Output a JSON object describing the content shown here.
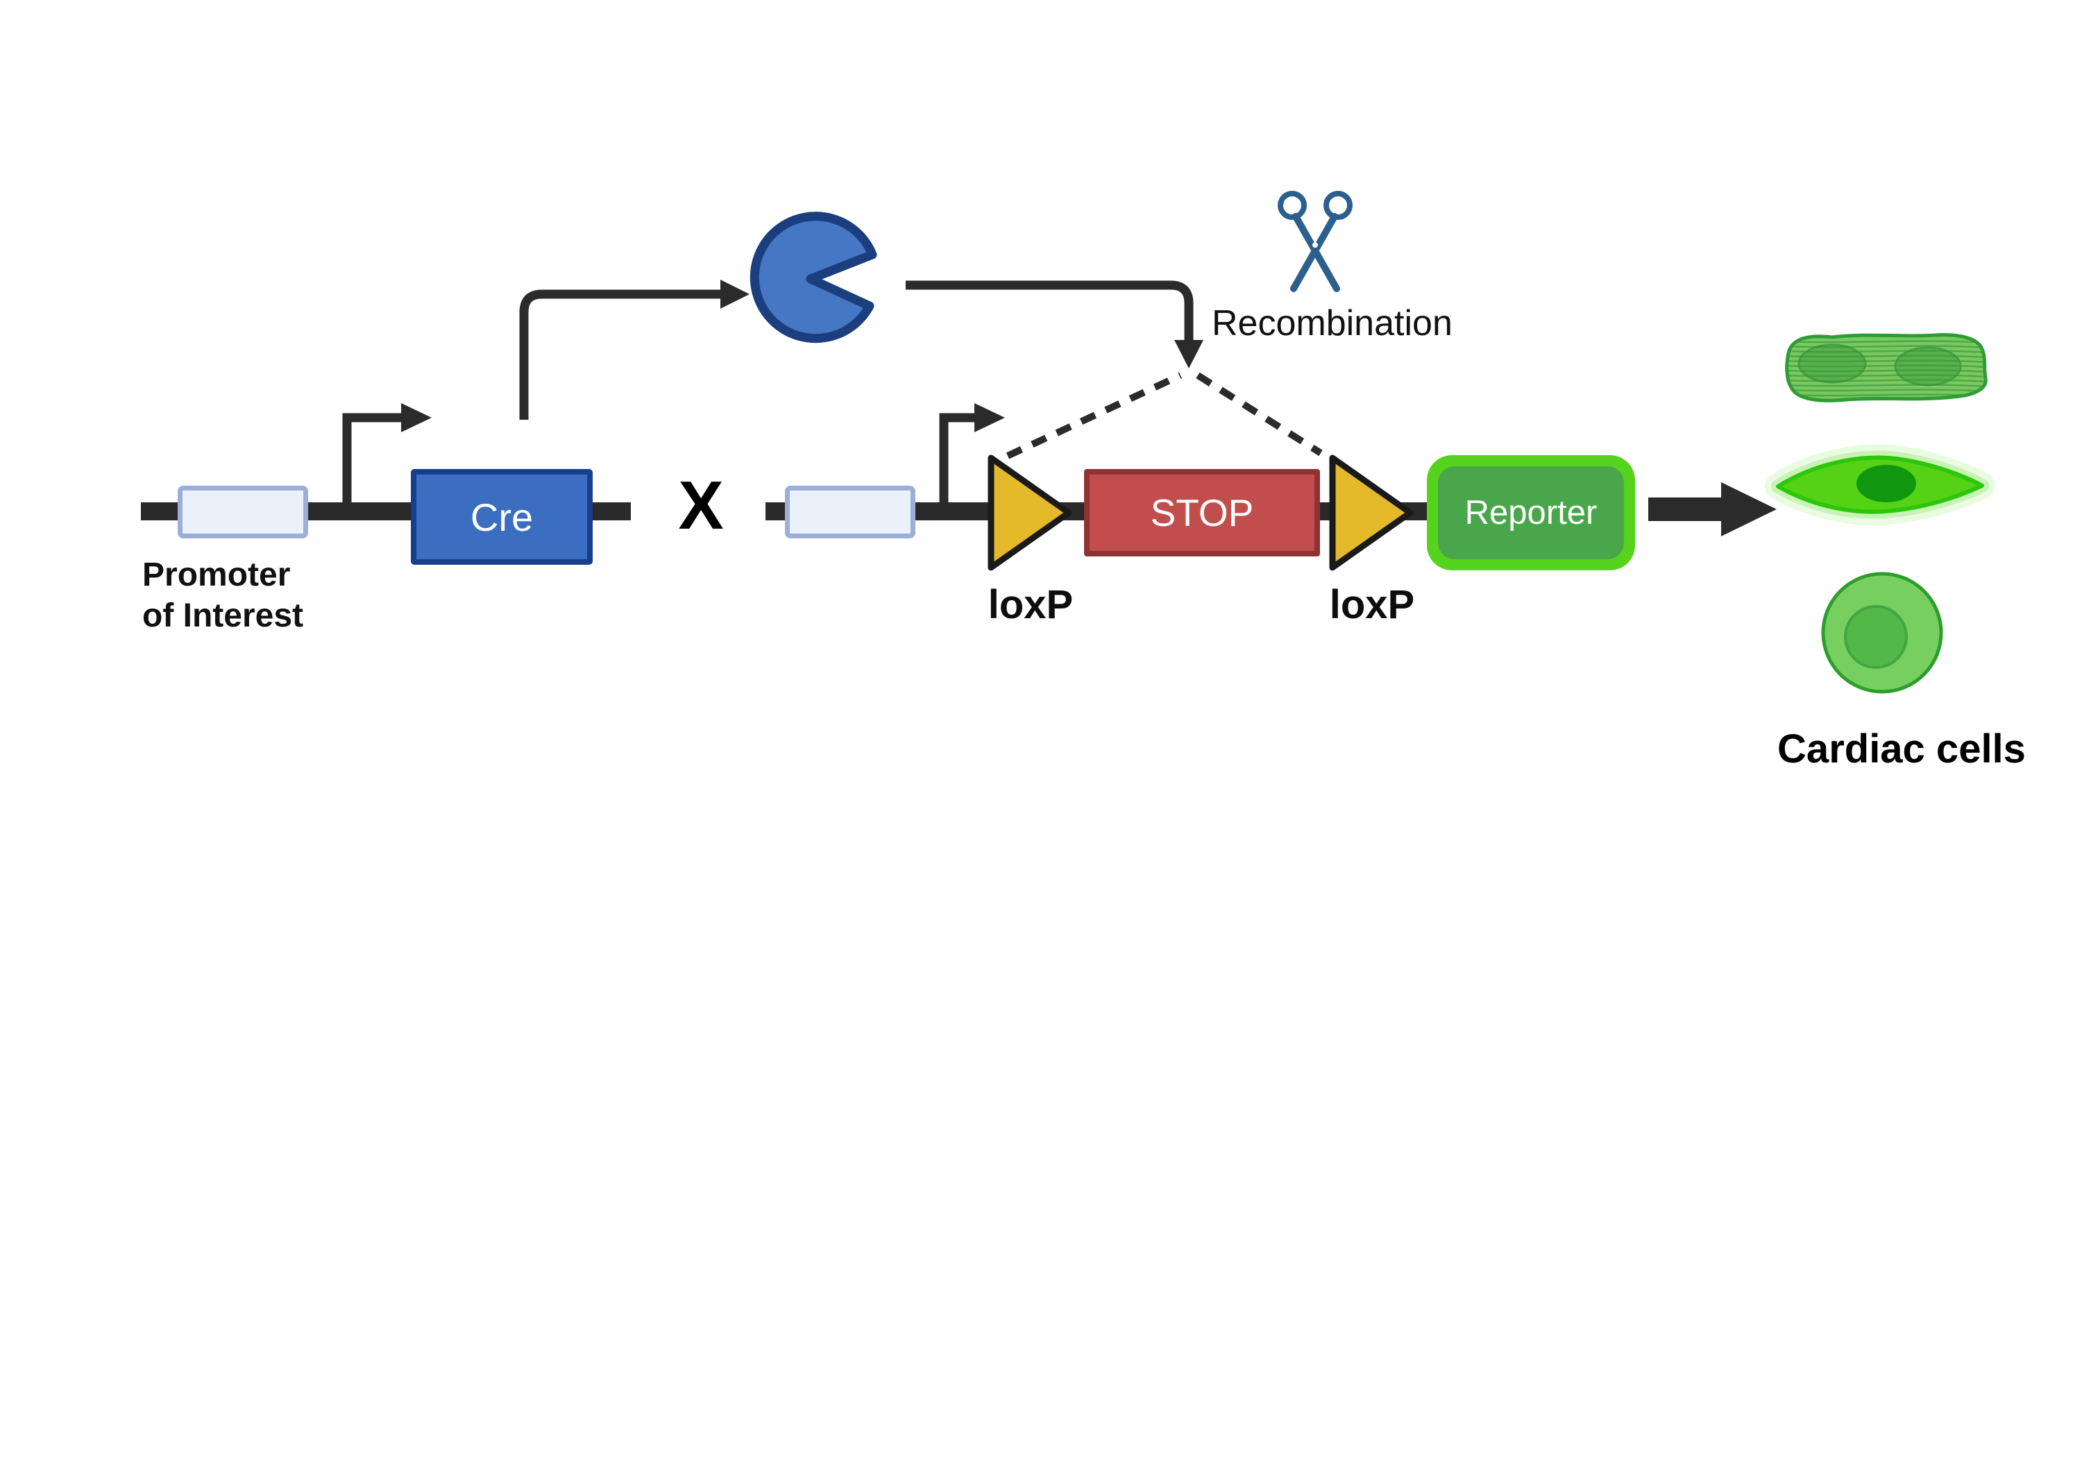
{
  "labels": {
    "promoter_line1": "Promoter",
    "promoter_line2": "of Interest",
    "cre": "Cre",
    "cross": "X",
    "stop": "STOP",
    "reporter": "Reporter",
    "loxp_left": "loxP",
    "loxp_right": "loxP",
    "recombination": "Recombination",
    "cardiac_cells": "Cardiac cells"
  },
  "icons": {
    "cre_protein": "pacman-icon",
    "recombination_cut": "scissors-icon",
    "result_cells": [
      "cardiac-muscle-tissue",
      "cardiomyocyte-spindle-cell",
      "round-cell"
    ]
  },
  "colors": {
    "dna_color": "#2a2a2a",
    "arrow_color": "#2b2b2b",
    "promoter_fill": "#eaf1fb",
    "promoter_border": "#9bafd9",
    "cre_fill": "#3b6dc1",
    "cre_border": "#17408c",
    "stop_fill": "#c24d4d",
    "stop_border": "#8e3232",
    "loxp_fill": "#e4ba2b",
    "loxp_stroke": "#1a1a1a",
    "reporter_glow": "#55d31d",
    "reporter_fill": "#4aa64b",
    "pacman_fill": "#4577c5",
    "pacman_stroke": "#1b3e7e",
    "scissors_color": "#2b5f8e",
    "muscle_fill": "#78c961",
    "muscle_stroke": "#2e9d35",
    "muscle_stria": "#3a8f35",
    "muscle_nucleus": "#54b04a",
    "muscle_nucleus_stroke": "#3f9c3f",
    "spindle_fill": "#55d215",
    "spindle_stroke": "#2bc70b",
    "spindle_glow1": "#c9f2b6",
    "spindle_glow2": "#e9fbe0",
    "spindle_nucleus": "#11970f",
    "round_fill": "#77cf60",
    "round_stroke": "#2c9e2c",
    "round_nucleus": "#52b848",
    "round_nucleus_stroke": "#42a642"
  }
}
